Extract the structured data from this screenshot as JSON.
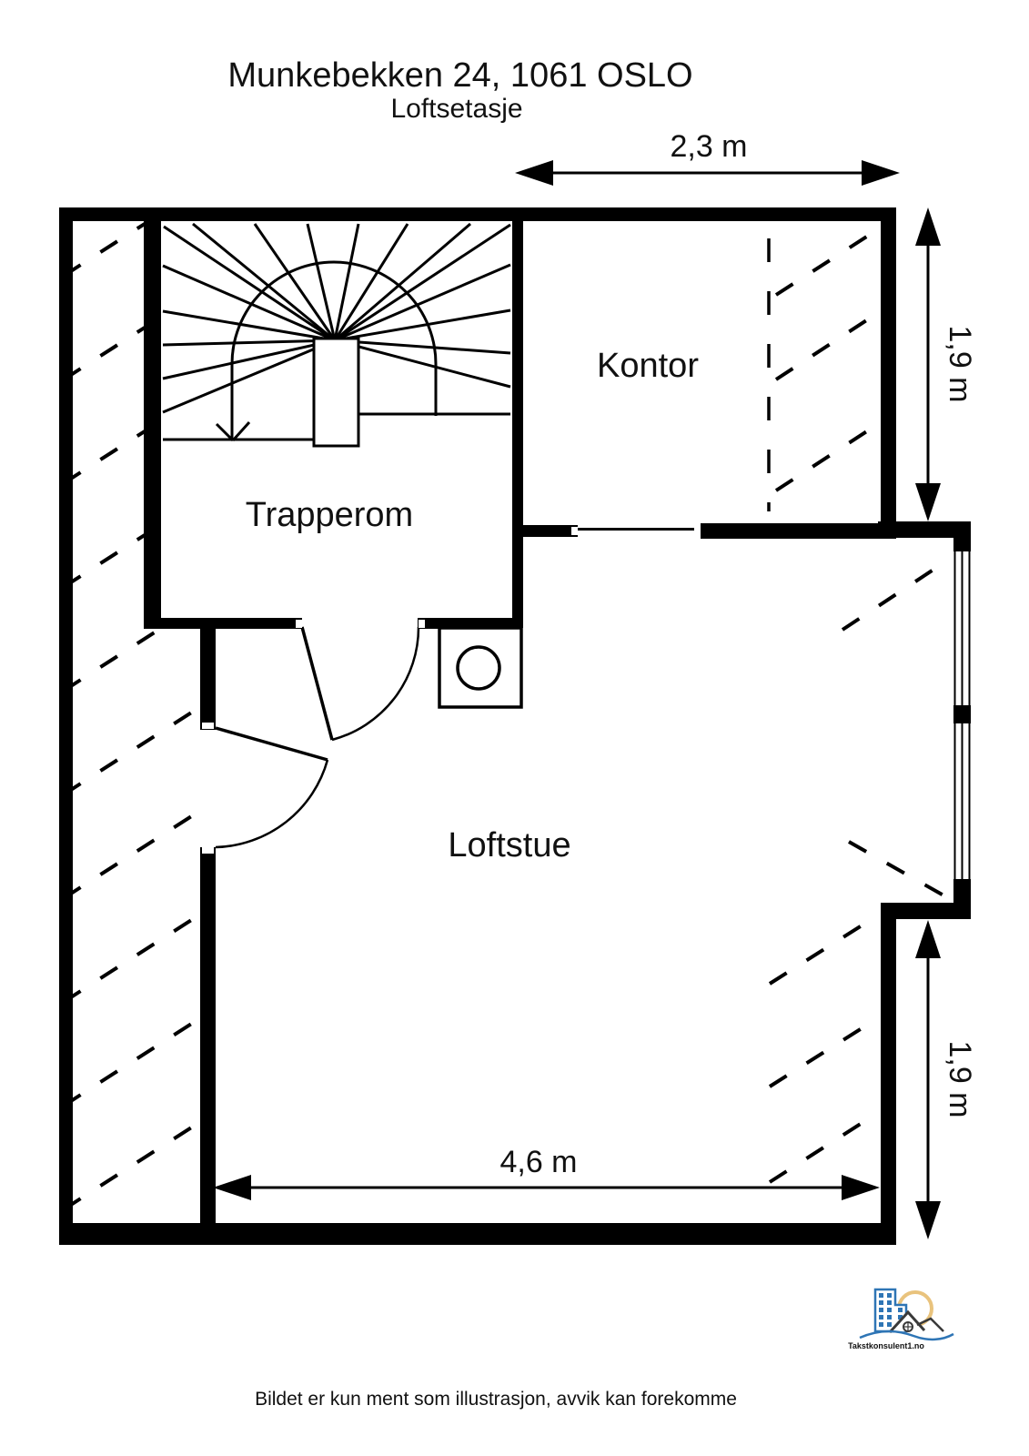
{
  "title": {
    "address": "Munkebekken 24, 1061 OSLO",
    "floor": "Loftsetasje"
  },
  "rooms": {
    "trapperom": "Trapperom",
    "kontor": "Kontor",
    "loftstue": "Loftstue"
  },
  "dimensions": {
    "top_width": "2,3 m",
    "right_upper_height": "1,9 m",
    "right_lower_height": "1,9 m",
    "bottom_width": "4,6 m"
  },
  "footer": {
    "disclaimer": "Bildet er kun ment som illustrasjon, avvik kan forekomme"
  },
  "logo": {
    "text": "Takstkonsulent1.no"
  },
  "colors": {
    "background": "#ffffff",
    "walls": "#000000",
    "logo_blue": "#2e75b5",
    "logo_text_blue": "#2e86ab",
    "logo_sun": "#e9c37d",
    "logo_roof_gray": "#3a3a3a"
  }
}
